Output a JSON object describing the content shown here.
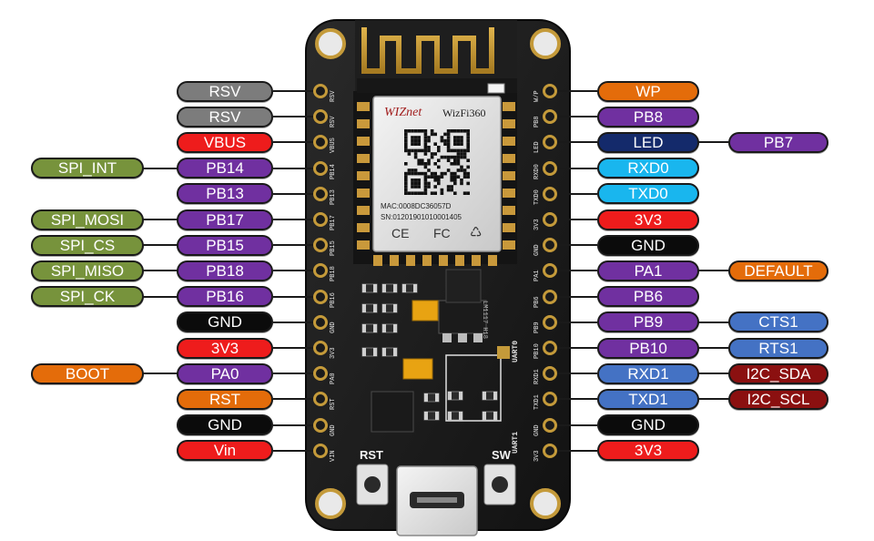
{
  "colors": {
    "gray": "#7c7c7c",
    "red": "#ee1c1c",
    "purple": "#7030a0",
    "green": "#77933c",
    "black": "#0b0b0b",
    "orange": "#e46c0a",
    "navy": "#142a6b",
    "cyan": "#19b6ee",
    "blue": "#4472c4",
    "maroon": "#8b1010"
  },
  "module": {
    "brand": "WIZnet",
    "model": "WizFi360",
    "mac": "MAC:0008DC36057D",
    "sn": "SN:0120190101000140​5",
    "ce_mark": "CE",
    "fc_mark": "FC",
    "weee_mark": "♺"
  },
  "board": {
    "rst_label": "RST",
    "sw_label": "SW",
    "uart0_label": "UART0",
    "uart1_label": "UART1",
    "regulator_label": "LM1117 H18"
  },
  "left_pins": [
    {
      "main": "RSV",
      "color": "gray",
      "silk": "RSV"
    },
    {
      "main": "RSV",
      "color": "gray",
      "silk": "RSV"
    },
    {
      "main": "VBUS",
      "color": "red",
      "silk": "VBUS"
    },
    {
      "main": "PB14",
      "color": "purple",
      "silk": "PB14",
      "alt": "SPI_INT",
      "alt_color": "green"
    },
    {
      "main": "PB13",
      "color": "purple",
      "silk": "PB13"
    },
    {
      "main": "PB17",
      "color": "purple",
      "silk": "PB17",
      "alt": "SPI_MOSI",
      "alt_color": "green"
    },
    {
      "main": "PB15",
      "color": "purple",
      "silk": "PB15",
      "alt": "SPI_CS",
      "alt_color": "green"
    },
    {
      "main": "PB18",
      "color": "purple",
      "silk": "PB18",
      "alt": "SPI_MISO",
      "alt_color": "green"
    },
    {
      "main": "PB16",
      "color": "purple",
      "silk": "PB16",
      "alt": "SPI_CK",
      "alt_color": "green"
    },
    {
      "main": "GND",
      "color": "black",
      "silk": "GND"
    },
    {
      "main": "3V3",
      "color": "red",
      "silk": "3V3"
    },
    {
      "main": "PA0",
      "color": "purple",
      "silk": "PA0",
      "alt": "BOOT",
      "alt_color": "orange"
    },
    {
      "main": "RST",
      "color": "orange",
      "silk": "RST"
    },
    {
      "main": "GND",
      "color": "black",
      "silk": "GND"
    },
    {
      "main": "Vin",
      "color": "red",
      "silk": "VIN"
    }
  ],
  "right_pins": [
    {
      "main": "WP",
      "color": "orange",
      "silk": "W/P"
    },
    {
      "main": "PB8",
      "color": "purple",
      "silk": "PB8"
    },
    {
      "main": "LED",
      "color": "navy",
      "silk": "LED",
      "alt": "PB7",
      "alt_color": "purple"
    },
    {
      "main": "RXD0",
      "color": "cyan",
      "silk": "RXD0"
    },
    {
      "main": "TXD0",
      "color": "cyan",
      "silk": "TXD0"
    },
    {
      "main": "3V3",
      "color": "red",
      "silk": "3V3"
    },
    {
      "main": "GND",
      "color": "black",
      "silk": "GND"
    },
    {
      "main": "PA1",
      "color": "purple",
      "silk": "PA1",
      "alt": "DEFAULT",
      "alt_color": "orange"
    },
    {
      "main": "PB6",
      "color": "purple",
      "silk": "PB6"
    },
    {
      "main": "PB9",
      "color": "purple",
      "silk": "PB9",
      "alt": "CTS1",
      "alt_color": "blue"
    },
    {
      "main": "PB10",
      "color": "purple",
      "silk": "PB10",
      "alt": "RTS1",
      "alt_color": "blue"
    },
    {
      "main": "RXD1",
      "color": "blue",
      "silk": "RXD1",
      "alt": "I2C_SDA",
      "alt_color": "maroon"
    },
    {
      "main": "TXD1",
      "color": "blue",
      "silk": "TXD1",
      "alt": "I2C_SCL",
      "alt_color": "maroon"
    },
    {
      "main": "GND",
      "color": "black",
      "silk": "GND"
    },
    {
      "main": "3V3",
      "color": "red",
      "silk": "3V3"
    }
  ]
}
